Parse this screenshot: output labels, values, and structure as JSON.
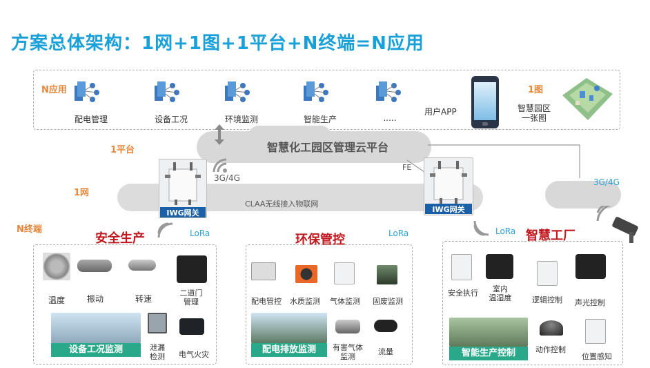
{
  "title": "方案总体架构：1网+1图+1平台+N终端=N应用",
  "labels": {
    "n_app": "N应用",
    "one_map": "1图",
    "one_platform": "1平台",
    "one_net": "1网",
    "n_terminal": "N终端"
  },
  "apps": [
    "配电管理",
    "设备工况",
    "环境监测",
    "智能生产",
    "....."
  ],
  "user_app": "用户APP",
  "park_map": "智慧园区\n一张图",
  "cloud_platform": "智慧化工园区管理云平台",
  "claa_net": "CLAA无线接入物联网",
  "gateway_label": "IWG网关",
  "links": {
    "g34": "3G/4G",
    "fe": "FE",
    "lora": "LoRa"
  },
  "sections": {
    "safety": {
      "title": "安全生产",
      "items": [
        "温度",
        "振动",
        "转速",
        "二道门\n管理",
        "泄漏\n检测",
        "电气火灾"
      ],
      "banner": "设备工况监测"
    },
    "env": {
      "title": "环保管控",
      "items": [
        "配电管控",
        "水质监测",
        "气体监测",
        "固废监测",
        "有害气体\n监测",
        "流量"
      ],
      "banner": "配电排放监测"
    },
    "factory": {
      "title": "智慧工厂",
      "items": [
        "安全执行",
        "室内\n温湿度",
        "逻辑控制",
        "声光控制",
        "动作控制",
        "位置感知"
      ],
      "banner": "智能生产控制"
    }
  },
  "colors": {
    "title": "#1aa0d8",
    "accent_orange": "#e8873a",
    "section_red": "#c0161c",
    "banner_green": "#2aa98a",
    "gateway_blue": "#1b5fa6"
  }
}
